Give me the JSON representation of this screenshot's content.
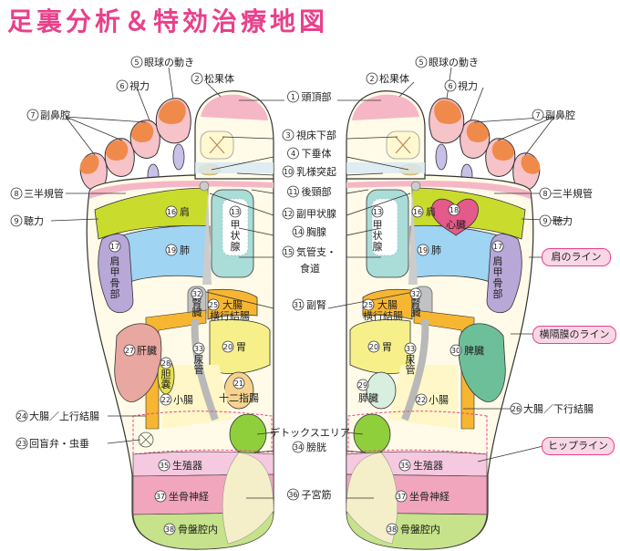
{
  "title": "足裏分析＆特効治療地図",
  "lines": {
    "shoulder": "肩のライン",
    "diaphragm": "横隔膜のライン",
    "hip": "ヒップライン"
  },
  "zones": {
    "z1": {
      "n": "1",
      "label": "頭頂部"
    },
    "z2": {
      "n": "2",
      "label": "松果体"
    },
    "z3": {
      "n": "3",
      "label": "視床下部"
    },
    "z4": {
      "n": "4",
      "label": "下垂体"
    },
    "z5": {
      "n": "5",
      "label": "眼球の動き"
    },
    "z6": {
      "n": "6",
      "label": "視力"
    },
    "z7": {
      "n": "7",
      "label": "副鼻腔"
    },
    "z8": {
      "n": "8",
      "label": "三半規管"
    },
    "z9": {
      "n": "9",
      "label": "聴力"
    },
    "z10": {
      "n": "10",
      "label": "乳様突起"
    },
    "z11": {
      "n": "11",
      "label": "後頸部"
    },
    "z12": {
      "n": "12",
      "label": "副甲状腺"
    },
    "z13": {
      "n": "13",
      "label": "甲状腺"
    },
    "z14": {
      "n": "14",
      "label": "胸腺"
    },
    "z15": {
      "n": "15",
      "label": "気管支・",
      "label2": "食道"
    },
    "z16": {
      "n": "16",
      "label": "肩"
    },
    "z17": {
      "n": "17",
      "label": "肩甲骨部"
    },
    "z18": {
      "n": "18",
      "label": "心臓"
    },
    "z19": {
      "n": "19",
      "label": "肺"
    },
    "z20": {
      "n": "20",
      "label": "胃"
    },
    "z21": {
      "n": "21",
      "label": "十二指腸"
    },
    "z22": {
      "n": "22",
      "label": "小腸"
    },
    "z23": {
      "n": "23",
      "label": "回盲弁・虫垂"
    },
    "z24": {
      "n": "24",
      "label": "大腸／上行結腸"
    },
    "z25": {
      "n": "25",
      "label": "大腸",
      "label2": "横行結腸"
    },
    "z26": {
      "n": "26",
      "label": "大腸／下行結腸"
    },
    "z27": {
      "n": "27",
      "label": "肝臓"
    },
    "z28": {
      "n": "28",
      "label": "胆嚢"
    },
    "z29": {
      "n": "29",
      "label": "膵臓"
    },
    "z30": {
      "n": "30",
      "label": "脾臓"
    },
    "z31": {
      "n": "31",
      "label": "副腎"
    },
    "z32": {
      "n": "32",
      "label": "腎臓"
    },
    "z33": {
      "n": "33",
      "label": "尿管"
    },
    "z34": {
      "n": "34",
      "label": "膀胱"
    },
    "z35": {
      "n": "35",
      "label": "生殖器"
    },
    "z36": {
      "n": "36",
      "label": "子宮筋"
    },
    "z37": {
      "n": "37",
      "label": "坐骨神経"
    },
    "z38": {
      "n": "38",
      "label": "骨盤腔内"
    },
    "detox": {
      "label": "デトックスエリア"
    }
  },
  "colors": {
    "title": "#e9408b",
    "toe_tip": "#f08a4b",
    "toe_pink": "#f6c3c9",
    "head_pink": "#f5b7c6",
    "lavender": "#c9c0e8",
    "eye": "#e5e04f",
    "ear": "#f6a623",
    "shoulder": "#c9dc2e",
    "lung": "#9fd4f2",
    "scapula": "#b8a8d8",
    "thyroid": "#aadcd8",
    "liver": "#e8a7a0",
    "spleen": "#6dbf9a",
    "stomach": "#f7f08a",
    "colon": "#f6b632",
    "intestine": "#fff7c8",
    "detox": "#8fcf3c",
    "genital": "#f5c9df",
    "sciatic": "#f1a6be",
    "pelvis": "#c6e28a",
    "heel": "#f4efc9",
    "heart": "#e45a8a"
  }
}
